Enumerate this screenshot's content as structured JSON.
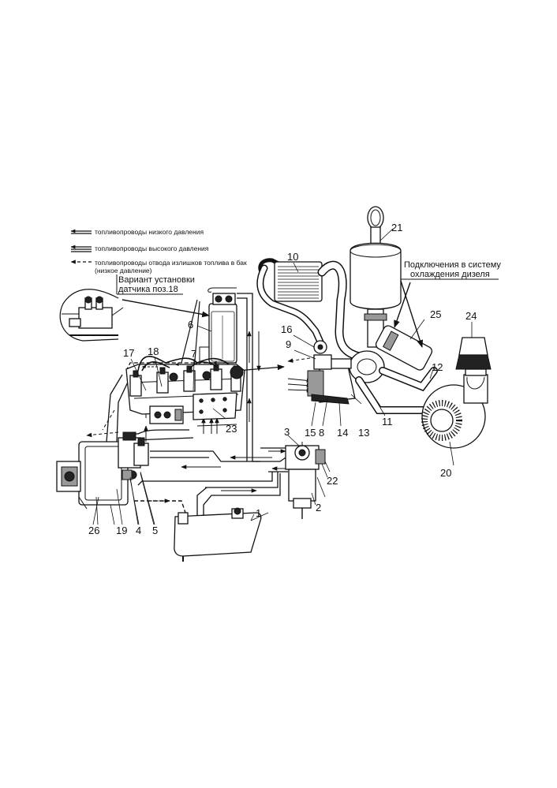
{
  "legend": {
    "low_pressure": "топливопроводы низкого давления",
    "high_pressure": "топливопроводы высокого давления",
    "return_line": "топливопроводы отвода излишков топлива в бак",
    "return_line_note": "(низкое давление)"
  },
  "notes": {
    "variant_line1": "Вариант установки",
    "variant_line2": "датчика поз.18",
    "cooling_line1": "Подключения в систему",
    "cooling_line2": "охлаждения дизеля"
  },
  "labels": {
    "n1": "1",
    "n2": "2",
    "n3": "3",
    "n4": "4",
    "n5": "5",
    "n6": "6",
    "n7": "7",
    "n8": "8",
    "n9": "9",
    "n10": "10",
    "n11": "11",
    "n12": "12",
    "n13": "13",
    "n14": "14",
    "n15": "15",
    "n16": "16",
    "n17": "17",
    "n18": "18",
    "n19": "19",
    "n20": "20",
    "n21": "21",
    "n22": "22",
    "n23": "23",
    "n24": "24",
    "n25": "25",
    "n26": "26"
  }
}
